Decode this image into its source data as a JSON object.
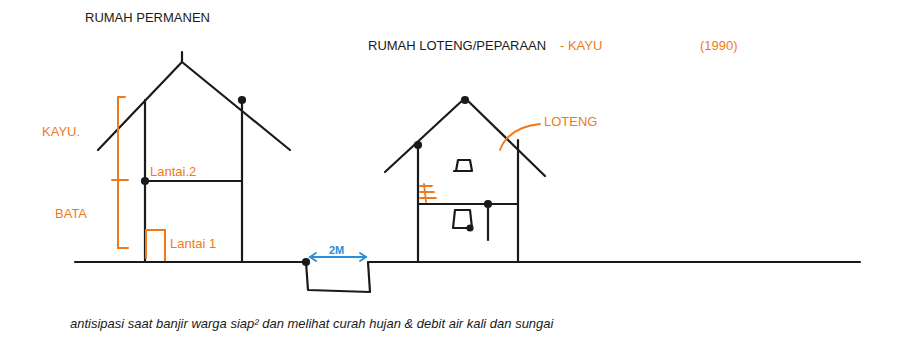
{
  "diagram": {
    "caption": "antisipasi saat banjir warga siap² dan melihat curah hujan & debit air kali dan sungai",
    "labels": [
      "RUMAH PERMANEN",
      "RUMAH LOTENG/PEPARAAN",
      "- KAYU",
      "(1990)",
      "LOTENG",
      "KAYU.",
      "Lantai.2",
      "BATA",
      "Lantai 1",
      "2M"
    ]
  }
}
